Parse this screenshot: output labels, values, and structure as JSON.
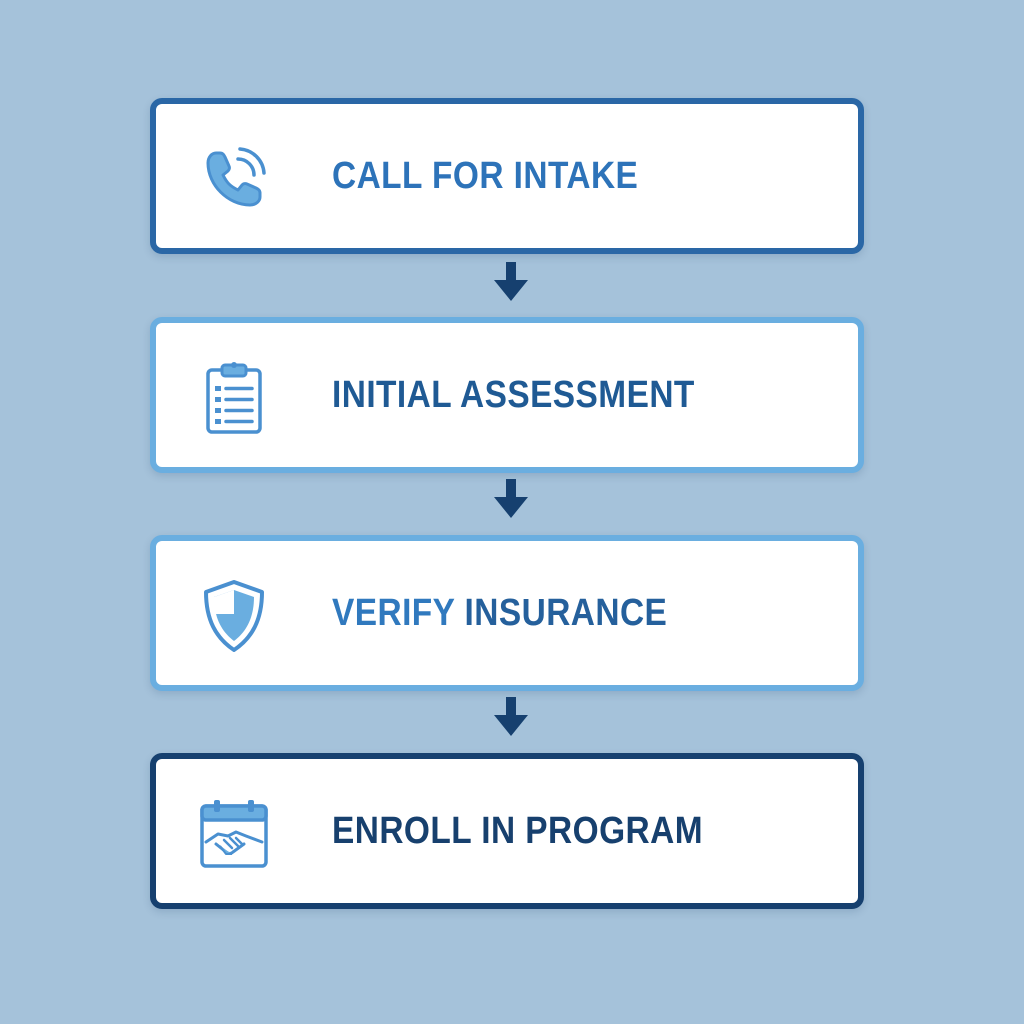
{
  "steps": [
    {
      "label": "CALL FOR INTAKE",
      "icon": "phone-icon",
      "border_color": "#2a67a6"
    },
    {
      "label": "INITIAL ASSESSMENT",
      "icon": "clipboard-checklist-icon",
      "border_color": "#6aaee0"
    },
    {
      "label_part1": "VERIFY ",
      "label_part2": "INSURANCE",
      "icon": "shield-icon",
      "border_color": "#6aaee0"
    },
    {
      "label": "ENROLL IN PROGRAM",
      "icon": "calendar-handshake-icon",
      "border_color": "#16406f"
    }
  ],
  "connectors": {
    "arrow_color": "#16406f",
    "count": 3
  },
  "colors": {
    "background": "#a5c2da",
    "card": "#ffffff",
    "icon_blue": "#4a90d0",
    "icon_fill": "#6aaee0"
  }
}
